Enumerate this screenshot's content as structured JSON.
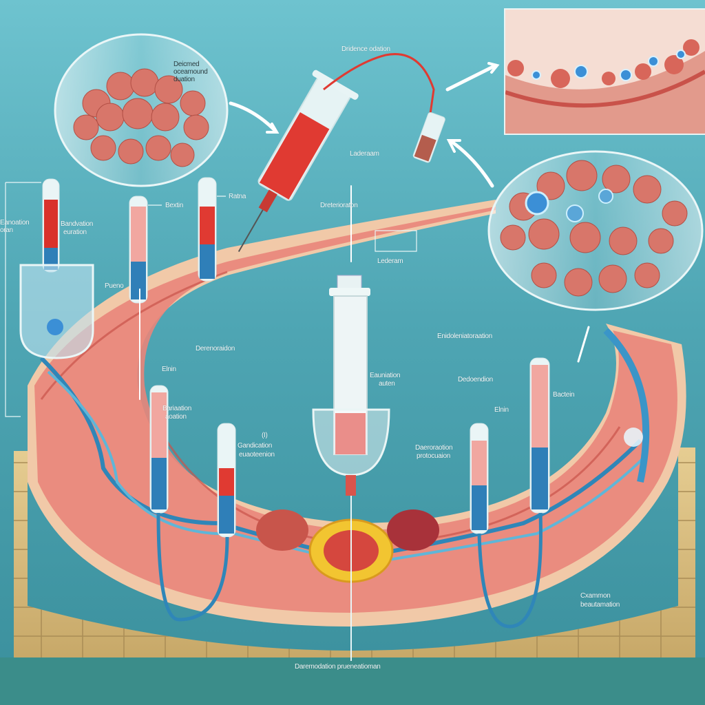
{
  "labels": {
    "top_center": "Dridence odation",
    "dish_note": [
      "Deicmed",
      "oceamound",
      "duation"
    ],
    "left_side": [
      "Eanoation",
      "oran"
    ],
    "tube_group": [
      "Bandvation",
      "euration"
    ],
    "ratna": "Ratna",
    "bextin": "Bextin",
    "pueno": "Pueno",
    "lederam_upper": "Laderaam",
    "deterioration": "Dreterioraton",
    "lederam_lower": "Lederam",
    "derenoraidon": "Derenoraidon",
    "elnin_left": "Elnin",
    "barianation": [
      "Bariaation",
      "aoation"
    ],
    "gandication": [
      "(I)",
      "Gandication",
      "euaoteenion"
    ],
    "syringe_label": [
      "Eauniation",
      "auten"
    ],
    "enidolen": "Enidoleniatoraation",
    "dedoendion": "Dedoendion",
    "elnin_right": "Elnin",
    "bactein": "Bactein",
    "decroration": [
      "Daeroraotion",
      "protocuaion"
    ],
    "cxammon": [
      "Cxammon",
      "beautamation"
    ],
    "bottom": "Daremodation prueneatioman"
  },
  "colors": {
    "background": "#4fa6b4",
    "tissue": "#e9857a",
    "blood": "#d9322b",
    "vessel": "#2f86b8",
    "tile": "#d8bc82"
  }
}
